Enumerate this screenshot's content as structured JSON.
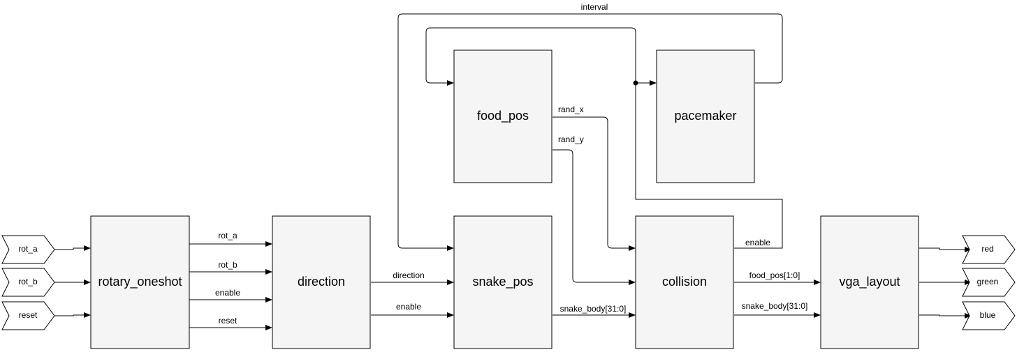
{
  "blocks": {
    "rotary_oneshot": "rotary_oneshot",
    "direction": "direction",
    "snake_pos": "snake_pos",
    "food_pos": "food_pos",
    "pacemaker": "pacemaker",
    "collision": "collision",
    "vga_layout": "vga_layout"
  },
  "inputs": {
    "rot_a": "rot_a",
    "rot_b": "rot_b",
    "reset": "reset"
  },
  "outputs": {
    "red": "red",
    "green": "green",
    "blue": "blue"
  },
  "signals": {
    "rot_a": "rot_a",
    "rot_b": "rot_b",
    "enable_rotary": "enable",
    "reset": "reset",
    "direction": "direction",
    "enable_direction": "enable",
    "snake_body_snake": "snake_body[31:0]",
    "snake_body_collision": "snake_body[31:0]",
    "food_pos": "food_pos[1:0]",
    "enable_collision": "enable",
    "rand_x": "rand_x",
    "rand_y": "rand_y",
    "interval": "interval"
  }
}
